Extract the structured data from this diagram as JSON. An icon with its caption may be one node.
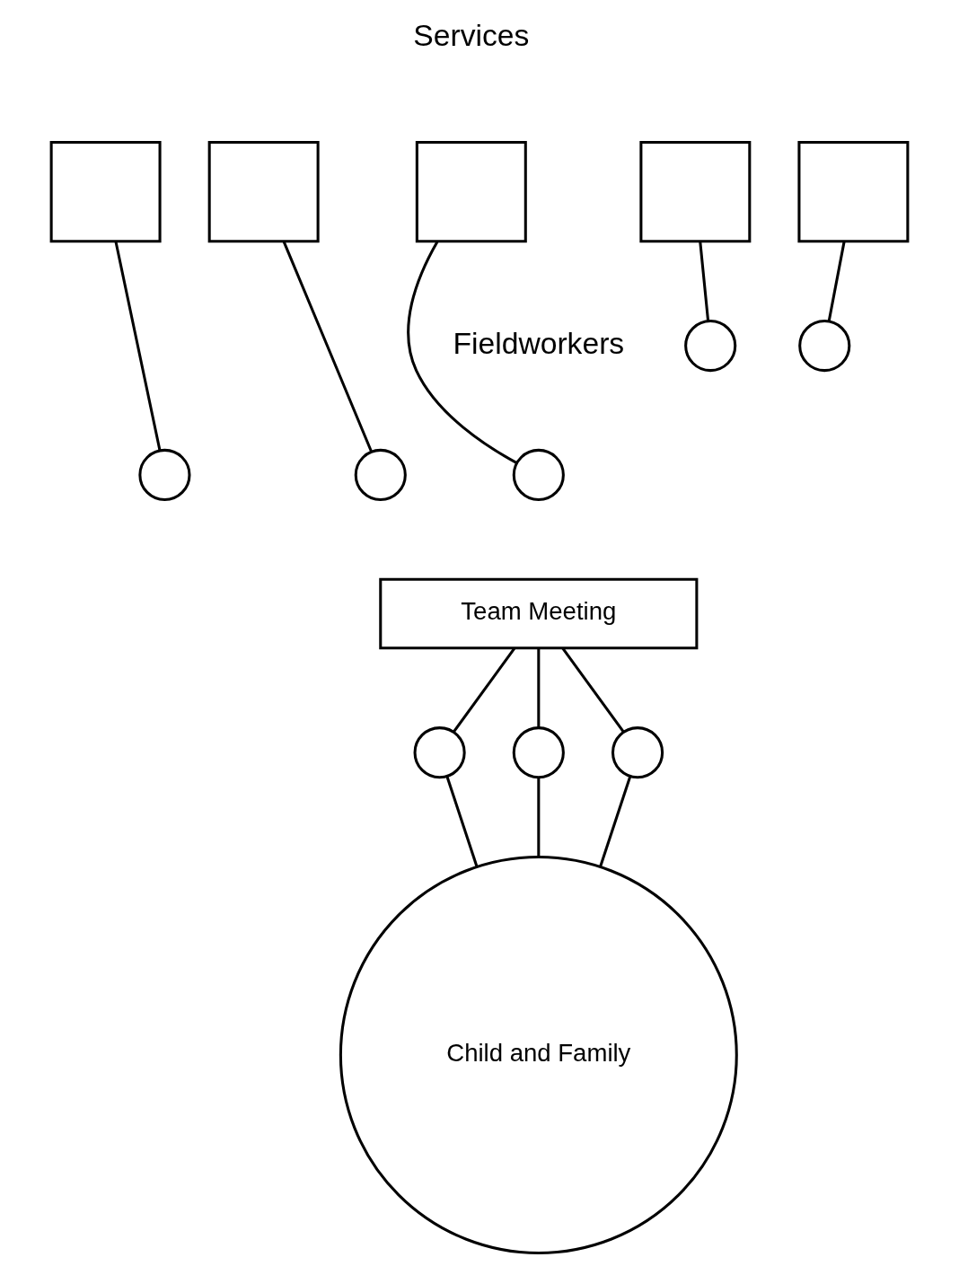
{
  "diagram": {
    "nodes": [
      {
        "text": [],
        "shape": "box"
      },
      {
        "text": [],
        "shape": "box"
      },
      {
        "text": [],
        "shape": "box"
      },
      {
        "text": [],
        "shape": "box"
      },
      {
        "text": [],
        "shape": "box"
      },
      {
        "text": [],
        "shape": "circle"
      },
      {
        "text": [],
        "shape": "circle"
      },
      {
        "text": [],
        "shape": "circle"
      },
      {
        "text": [],
        "shape": "circle"
      },
      {
        "text": [],
        "shape": "circle"
      },
      {
        "text": [
          "Team Meeting"
        ]
      },
      {
        "text": [],
        "shape": "circle"
      },
      {
        "text": [],
        "shape": "circle"
      },
      {
        "text": [],
        "shape": "circle"
      },
      {
        "text": [
          "Child and Family"
        ]
      }
    ],
    "edges": [
      {
        "from": 0,
        "to": 5,
        "arrow": "none"
      },
      {
        "from": 1,
        "to": 6,
        "arrow": "none"
      },
      {
        "from": 2,
        "to": 7,
        "arrow": "none"
      },
      {
        "from": 3,
        "to": 8,
        "arrow": "none"
      },
      {
        "from": 4,
        "to": 9,
        "arrow": "none"
      },
      {
        "from": 10,
        "to": 11,
        "arrow": "none"
      },
      {
        "from": 10,
        "to": 12,
        "arrow": "none"
      },
      {
        "from": 10,
        "to": 13,
        "arrow": "none"
      },
      {
        "from": 11,
        "to": 14,
        "arrow": "none"
      },
      {
        "from": 12,
        "to": 14,
        "arrow": "none"
      },
      {
        "from": 13,
        "to": 14,
        "arrow": "none"
      }
    ],
    "labels": [
      "Services",
      "Fieldworkers"
    ]
  }
}
